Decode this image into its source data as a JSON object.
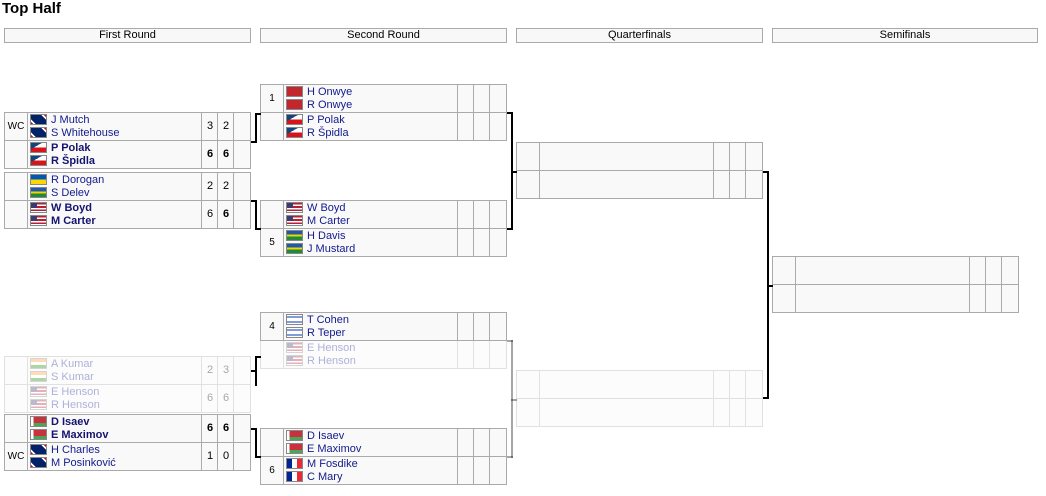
{
  "title": "Top Half",
  "rounds": [
    "First Round",
    "Second Round",
    "Quarterfinals",
    "Semifinals"
  ],
  "flags": {
    "GBR": "linear-gradient(45deg,#c8102e 10%,#fff 10%,#fff 20%,#012169 20%,#012169 80%,#fff 80%,#fff 90%,#c8102e 90%)",
    "CZE": "linear-gradient(150deg,#11457e 35%,transparent 35%),linear-gradient(#fff 50%,#d7141a 50%)",
    "UKR": "linear-gradient(#0057b7 50%,#ffd700 50%)",
    "USA": "linear-gradient(90deg,#3c3b6e 40%,transparent 40%) top/100% 55% no-repeat,repeating-linear-gradient(#b22234 0 1.6px,#fff 1.6px 3.2px)",
    "IND": "linear-gradient(#ff9933 33%,#fff 33%,#fff 66%,#138808 66%)",
    "BLR": "linear-gradient(90deg,#fff 18%,transparent 18%),linear-gradient(#c8313e 65%,#4aa657 65%)",
    "ISR": "linear-gradient(#fff 15%,#0038b8 15%,#0038b8 27%,#fff 27%,#fff 73%,#0038b8 73%,#0038b8 85%,#fff 85%)",
    "FRA": "linear-gradient(90deg,#002395 33%,#fff 33%,#fff 66%,#ed2939 66%)",
    "MAR": "linear-gradient(#c1272d,#c1272d)",
    "OTH": "linear-gradient(#1e5aa8 40%,#f4d300 40%,#f4d300 60%,#1e8a3a 60%)"
  },
  "first_round": [
    {
      "faded": false,
      "rows": [
        {
          "seed": "WC",
          "players": [
            {
              "name": "J Mutch",
              "flag": "GBR",
              "win": false
            },
            {
              "name": "S Whitehouse",
              "flag": "GBR",
              "win": false
            }
          ],
          "scores": [
            "3",
            "2",
            ""
          ],
          "winscores": [
            false,
            false,
            false
          ]
        },
        {
          "seed": "",
          "players": [
            {
              "name": "P Polak",
              "flag": "CZE",
              "win": true
            },
            {
              "name": "R Špidla",
              "flag": "CZE",
              "win": true
            }
          ],
          "scores": [
            "6",
            "6",
            ""
          ],
          "winscores": [
            true,
            true,
            false
          ]
        }
      ]
    },
    {
      "faded": false,
      "rows": [
        {
          "seed": "",
          "players": [
            {
              "name": "R Dorogan",
              "flag": "UKR",
              "win": false
            },
            {
              "name": "S Delev",
              "flag": "OTH",
              "win": false
            }
          ],
          "scores": [
            "2",
            "2",
            ""
          ],
          "winscores": [
            false,
            false,
            false
          ]
        },
        {
          "seed": "",
          "players": [
            {
              "name": "W Boyd",
              "flag": "USA",
              "win": true
            },
            {
              "name": "M Carter",
              "flag": "USA",
              "win": true
            }
          ],
          "scores": [
            "6",
            "6",
            ""
          ],
          "winscores": [
            false,
            true,
            false
          ]
        }
      ]
    },
    {
      "faded": true,
      "rows": [
        {
          "seed": "",
          "players": [
            {
              "name": "A Kumar",
              "flag": "IND",
              "win": false
            },
            {
              "name": "S Kumar",
              "flag": "IND",
              "win": false
            }
          ],
          "scores": [
            "2",
            "3",
            ""
          ],
          "winscores": [
            false,
            false,
            false
          ]
        },
        {
          "seed": "",
          "players": [
            {
              "name": "E Henson",
              "flag": "USA",
              "win": false
            },
            {
              "name": "R Henson",
              "flag": "USA",
              "win": false
            }
          ],
          "scores": [
            "6",
            "6",
            ""
          ],
          "winscores": [
            false,
            false,
            false
          ]
        }
      ]
    },
    {
      "faded": false,
      "rows": [
        {
          "seed": "",
          "players": [
            {
              "name": "D Isaev",
              "flag": "BLR",
              "win": true
            },
            {
              "name": "E Maximov",
              "flag": "BLR",
              "win": true
            }
          ],
          "scores": [
            "6",
            "6",
            ""
          ],
          "winscores": [
            true,
            true,
            false
          ]
        },
        {
          "seed": "WC",
          "players": [
            {
              "name": "H Charles",
              "flag": "GBR",
              "win": false
            },
            {
              "name": "M Posinković",
              "flag": "GBR",
              "win": false
            }
          ],
          "scores": [
            "1",
            "0",
            ""
          ],
          "winscores": [
            false,
            false,
            false
          ]
        }
      ]
    }
  ],
  "second_round": [
    {
      "faded": false,
      "rows": [
        {
          "seed": "1",
          "players": [
            {
              "name": "H Onwye",
              "flag": "MAR",
              "win": false
            },
            {
              "name": "R Onwye",
              "flag": "MAR",
              "win": false
            }
          ],
          "scores": [
            "",
            "",
            ""
          ],
          "winscores": [
            false,
            false,
            false
          ]
        },
        {
          "seed": "",
          "players": [
            {
              "name": "P Polak",
              "flag": "CZE",
              "win": false
            },
            {
              "name": "R Špidla",
              "flag": "CZE",
              "win": false
            }
          ],
          "scores": [
            "",
            "",
            ""
          ],
          "winscores": [
            false,
            false,
            false
          ]
        }
      ]
    },
    {
      "faded": false,
      "rows": [
        {
          "seed": "",
          "players": [
            {
              "name": "W Boyd",
              "flag": "USA",
              "win": false
            },
            {
              "name": "M Carter",
              "flag": "USA",
              "win": false
            }
          ],
          "scores": [
            "",
            "",
            ""
          ],
          "winscores": [
            false,
            false,
            false
          ]
        },
        {
          "seed": "5",
          "players": [
            {
              "name": "H Davis",
              "flag": "OTH",
              "win": false
            },
            {
              "name": "J Mustard",
              "flag": "OTH",
              "win": false
            }
          ],
          "scores": [
            "",
            "",
            ""
          ],
          "winscores": [
            false,
            false,
            false
          ]
        }
      ]
    },
    {
      "faded": false,
      "rows": [
        {
          "seed": "4",
          "players": [
            {
              "name": "T Cohen",
              "flag": "ISR",
              "win": false
            },
            {
              "name": "R Teper",
              "flag": "ISR",
              "win": false
            }
          ],
          "scores": [
            "",
            "",
            ""
          ],
          "winscores": [
            false,
            false,
            false
          ]
        },
        {
          "seed": "",
          "players": [
            {
              "name": "E Henson",
              "flag": "USA",
              "win": false
            },
            {
              "name": "R Henson",
              "flag": "USA",
              "win": false
            }
          ],
          "scores": [
            "",
            "",
            ""
          ],
          "winscores": [
            false,
            false,
            false
          ],
          "faded": true
        }
      ]
    },
    {
      "faded": false,
      "rows": [
        {
          "seed": "",
          "players": [
            {
              "name": "D Isaev",
              "flag": "BLR",
              "win": false
            },
            {
              "name": "E Maximov",
              "flag": "BLR",
              "win": false
            }
          ],
          "scores": [
            "",
            "",
            ""
          ],
          "winscores": [
            false,
            false,
            false
          ]
        },
        {
          "seed": "6",
          "players": [
            {
              "name": "M Fosdike",
              "flag": "FRA",
              "win": false
            },
            {
              "name": "C Mary",
              "flag": "FRA",
              "win": false
            }
          ],
          "scores": [
            "",
            "",
            ""
          ],
          "winscores": [
            false,
            false,
            false
          ]
        }
      ]
    }
  ],
  "quarterfinals": [
    {
      "faded": false,
      "rows": [
        {
          "seed": "",
          "players": [],
          "scores": [
            "",
            "",
            ""
          ],
          "winscores": [
            false,
            false,
            false
          ]
        },
        {
          "seed": "",
          "players": [],
          "scores": [
            "",
            "",
            ""
          ],
          "winscores": [
            false,
            false,
            false
          ]
        }
      ]
    },
    {
      "faded": true,
      "rows": [
        {
          "seed": "",
          "players": [],
          "scores": [
            "",
            "",
            ""
          ],
          "winscores": [
            false,
            false,
            false
          ]
        },
        {
          "seed": "",
          "players": [],
          "scores": [
            "",
            "",
            ""
          ],
          "winscores": [
            false,
            false,
            false
          ]
        }
      ]
    }
  ],
  "semifinals": [
    {
      "faded": false,
      "rows": [
        {
          "seed": "",
          "players": [],
          "scores": [
            "",
            "",
            ""
          ],
          "winscores": [
            false,
            false,
            false
          ]
        },
        {
          "seed": "",
          "players": [],
          "scores": [
            "",
            "",
            ""
          ],
          "winscores": [
            false,
            false,
            false
          ]
        }
      ]
    }
  ]
}
